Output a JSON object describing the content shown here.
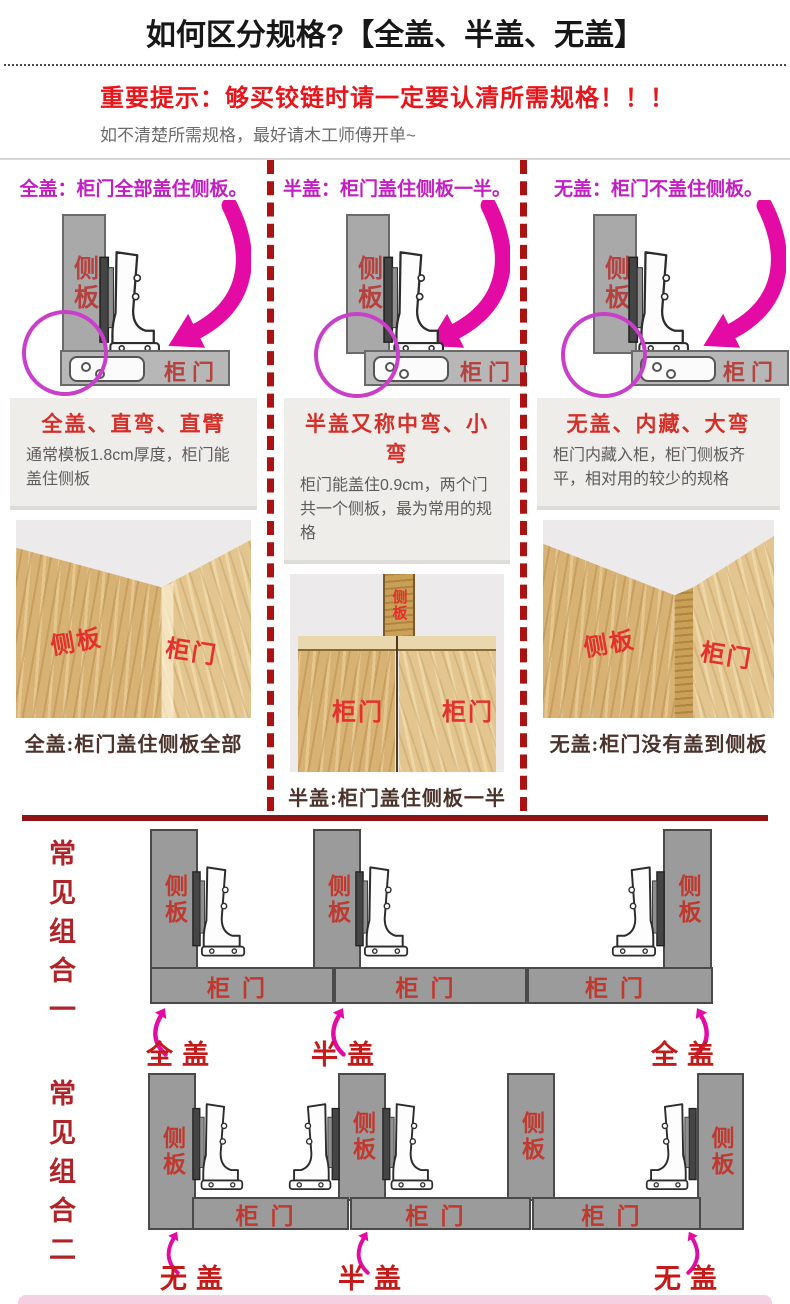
{
  "header": {
    "title": "如何区分规格?【全盖、半盖、无盖】",
    "warning": "重要提示：够买铰链时请一定要认清所需规格！！！",
    "note": "如不清楚所需规格，最好请木工师傅开单~"
  },
  "columns": [
    {
      "header": "全盖：柜门全部盖住侧板。",
      "side_label": "侧板",
      "door_label": "柜门",
      "box_title": "全盖、直弯、直臂",
      "box_text": "通常模板1.8cm厚度，柜门能盖住侧板",
      "photo_side_label": "侧板",
      "photo_door_label": "柜门",
      "caption": "全盖:柜门盖住侧板全部"
    },
    {
      "header": "半盖：柜门盖住侧板一半。",
      "side_label": "侧板",
      "door_label": "柜门",
      "box_title": "半盖又称中弯、小弯",
      "box_text": "柜门能盖住0.9cm，两个门共一个侧板，最为常用的规格",
      "photo_side_label": "侧板",
      "photo_door_label": "柜门",
      "caption": "半盖:柜门盖住侧板一半"
    },
    {
      "header": "无盖：柜门不盖住侧板。",
      "side_label": "侧板",
      "door_label": "柜门",
      "box_title": "无盖、内藏、大弯",
      "box_text": "柜门内藏入柜，柜门侧板齐平，相对用的较少的规格",
      "photo_side_label": "侧板",
      "photo_door_label": "柜门",
      "caption": "无盖:柜门没有盖到侧板"
    }
  ],
  "combos": [
    {
      "row_label": "常见组合一",
      "panels": [
        "侧板",
        "侧板",
        "侧板"
      ],
      "doors": [
        "柜门",
        "柜门",
        "柜门"
      ],
      "tags": [
        "全盖",
        "半盖",
        "全盖"
      ]
    },
    {
      "row_label": "常见组合二",
      "panels": [
        "侧板",
        "侧板",
        "侧板",
        "侧板"
      ],
      "doors": [
        "柜门",
        "柜门",
        "柜门"
      ],
      "tags": [
        "无盖",
        "半盖",
        "无盖"
      ]
    }
  ],
  "colors": {
    "warning_red": "#e8151b",
    "column_header_magenta": "#c21ec2",
    "arrow_magenta": "#e40aa4",
    "label_red": "#b5423e",
    "spec_heading_red": "#d4302a",
    "tag_red": "#c41a1a",
    "panel_gray": "#a9a9a9",
    "dashed_separator_red": "#ab1212",
    "dark_rule_red": "#8e1418",
    "pink_strip": "#f5cfe2"
  }
}
